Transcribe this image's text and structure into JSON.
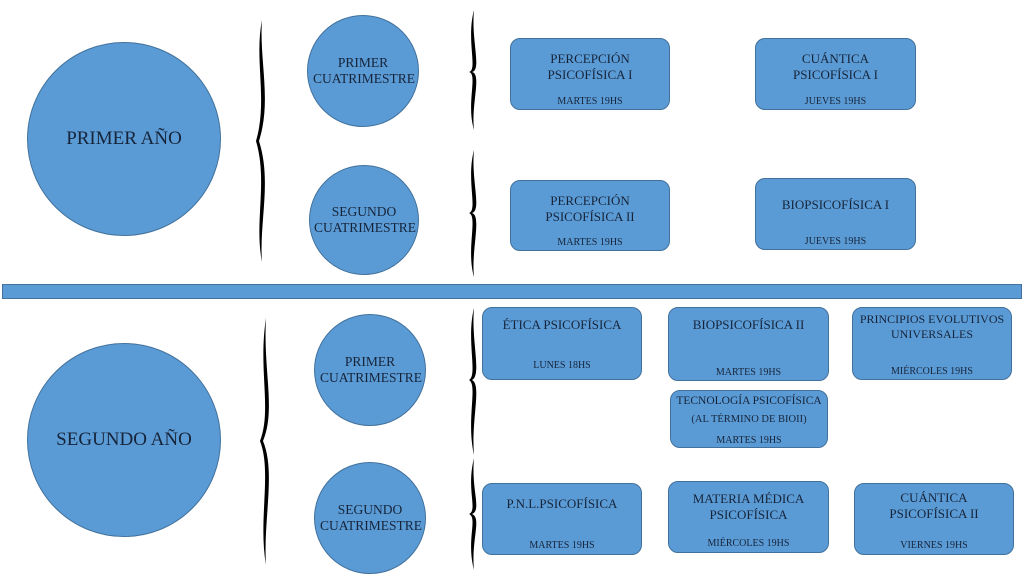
{
  "years": [
    {
      "label": "PRIMER AÑO",
      "terms": [
        {
          "label": "PRIMER CUATRIMESTRE",
          "courses": [
            {
              "title": "PERCEPCIÓN PSICOFÍSICA I",
              "time": "MARTES 19HS"
            },
            {
              "title": "CUÁNTICA PSICOFÍSICA I",
              "time": "JUEVES 19HS"
            }
          ]
        },
        {
          "label": "SEGUNDO CUATRIMESTRE",
          "courses": [
            {
              "title": "PERCEPCIÓN PSICOFÍSICA II",
              "time": "MARTES 19HS"
            },
            {
              "title": "BIOPSICOFÍSICA I",
              "time": "JUEVES 19HS"
            }
          ]
        }
      ]
    },
    {
      "label": "SEGUNDO AÑO",
      "terms": [
        {
          "label": "PRIMER CUATRIMESTRE",
          "courses": [
            {
              "title": "ÉTICA PSICOFÍSICA",
              "time": "LUNES 18HS"
            },
            {
              "title": "BIOPSICOFÍSICA II",
              "time": "MARTES 19HS"
            },
            {
              "title": "PRINCIPIOS EVOLUTIVOS UNIVERSALES",
              "time": "MIÉRCOLES 19HS"
            },
            {
              "title": "TECNOLOGÍA PSICOFÍSICA",
              "subtitle": "(AL TÉRMINO DE BIOII)",
              "time": "MARTES 19HS"
            }
          ]
        },
        {
          "label": "SEGUNDO CUATRIMESTRE",
          "courses": [
            {
              "title": "P.N.L.PSICOFÍSICA",
              "time": "MARTES 19HS"
            },
            {
              "title": "MATERIA MÉDICA PSICOFÍSICA",
              "time": "MIÉRCOLES 19HS"
            },
            {
              "title": "CUÁNTICA PSICOFÍSICA II",
              "time": "VIERNES 19HS"
            }
          ]
        }
      ]
    }
  ],
  "colors": {
    "fill": "#5b9bd5",
    "border": "#41719c"
  }
}
